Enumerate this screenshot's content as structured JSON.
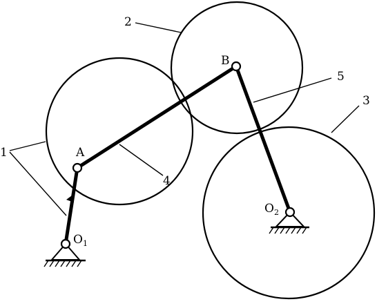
{
  "labels": {
    "member_1": "1",
    "member_2": "2",
    "member_3": "3",
    "member_4": "4",
    "member_5": "5",
    "joint_a": "A",
    "joint_b": "B",
    "pivot_o1": "O",
    "pivot_o1_sub": "1",
    "pivot_o2": "O",
    "pivot_o2_sub": "2"
  },
  "colors": {
    "ink": "#000000",
    "paper": "#ffffff"
  }
}
